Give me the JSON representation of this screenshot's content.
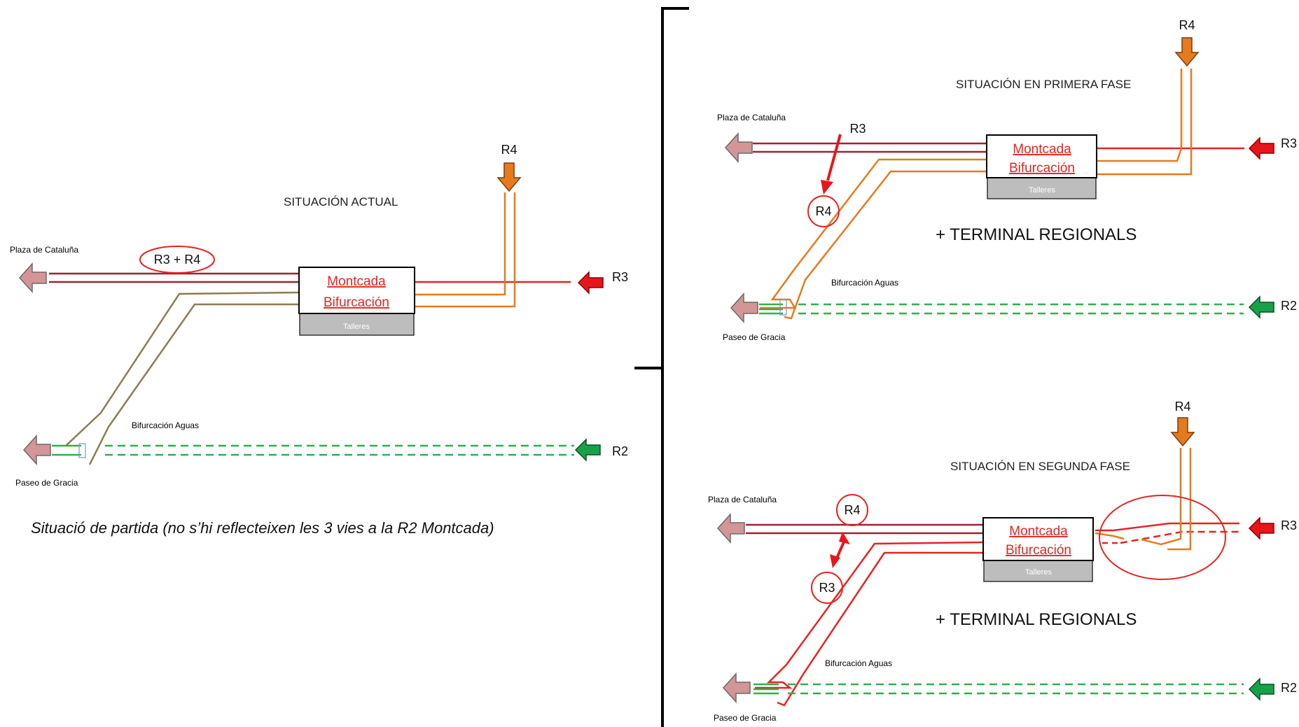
{
  "colors": {
    "maroon_track": "#9b2335",
    "red_track": "#e52421",
    "orange_track": "#e67a1f",
    "olive_track": "#8b7d52",
    "green_track": "#2fb04a",
    "destination_arrow": "#d39595",
    "r2_arrow": "#17a24a",
    "r3_arrow": "#e8161b",
    "r4_arrow": "#e67a1f",
    "workshop_fill": "#bdbdbd"
  },
  "left_panel": {
    "title": "SITUACIÓN ACTUAL",
    "station": {
      "line1": "Montcada",
      "line2": "Bifurcación",
      "workshop": "Talleres"
    },
    "plaza_label": "Plaza de  Cataluña",
    "paseo_label": "Paseo de Gracia",
    "junction_label": "Bifurcación Aguas",
    "shared_route_label": "R3 + R4",
    "r4_label": "R4",
    "r3_label": "R3",
    "r2_label": "R2",
    "caption": "Situació de partida (no s’hi reflecteixen les 3 vies a la R2 Montcada)"
  },
  "top_right_panel": {
    "title": "SITUACIÓN EN PRIMERA FASE",
    "station": {
      "line1": "Montcada",
      "line2": "Bifurcación",
      "workshop": "Talleres"
    },
    "plaza_label": "Plaza de  Cataluña",
    "paseo_label": "Paseo de Gracia",
    "junction_label": "Bifurcación Aguas",
    "terminal_label": "+ TERMINAL REGIONALS",
    "r3_pointer_label": "R3",
    "r4_circle_label": "R4",
    "r4_label": "R4",
    "r3_label": "R3",
    "r2_label": "R2"
  },
  "bottom_right_panel": {
    "title": "SITUACIÓN EN SEGUNDA FASE",
    "station": {
      "line1": "Montcada",
      "line2": "Bifurcación",
      "workshop": "Talleres"
    },
    "plaza_label": "Plaza de  Cataluña",
    "paseo_label": "Paseo de Gracia",
    "junction_label": "Bifurcación Aguas",
    "terminal_label": "+ TERMINAL REGIONALS",
    "r4_circle_label": "R4",
    "r3_circle_label": "R3",
    "r4_label": "R4",
    "r3_label": "R3",
    "r2_label": "R2"
  }
}
